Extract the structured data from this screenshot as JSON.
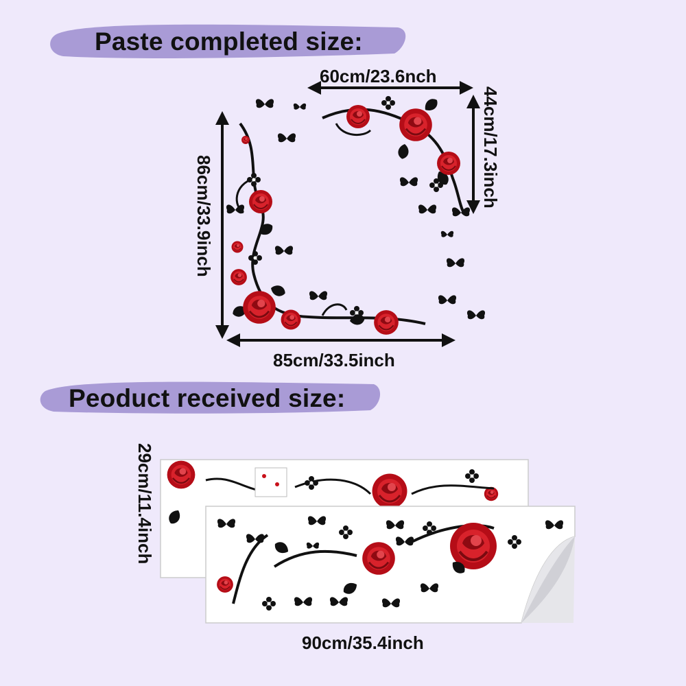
{
  "banners": {
    "completed": "Paste completed size:",
    "received": "Peoduct received size:"
  },
  "dimensions": {
    "top_width": "60cm/23.6nch",
    "right_height": "44cm/17.3inch",
    "left_height": "86cm/33.9inch",
    "bottom_width": "85cm/33.5inch",
    "sheet_height": "29cm/11.4inch",
    "sheet_width": "90cm/35.4inch"
  },
  "colors": {
    "background": "#efe9fb",
    "banner": "#a99bd6",
    "rose": "#c8101a",
    "vine": "#111111"
  },
  "icons": [
    "rose-icon",
    "butterfly-icon",
    "leaf-icon",
    "vine-icon",
    "arrow-icon"
  ]
}
